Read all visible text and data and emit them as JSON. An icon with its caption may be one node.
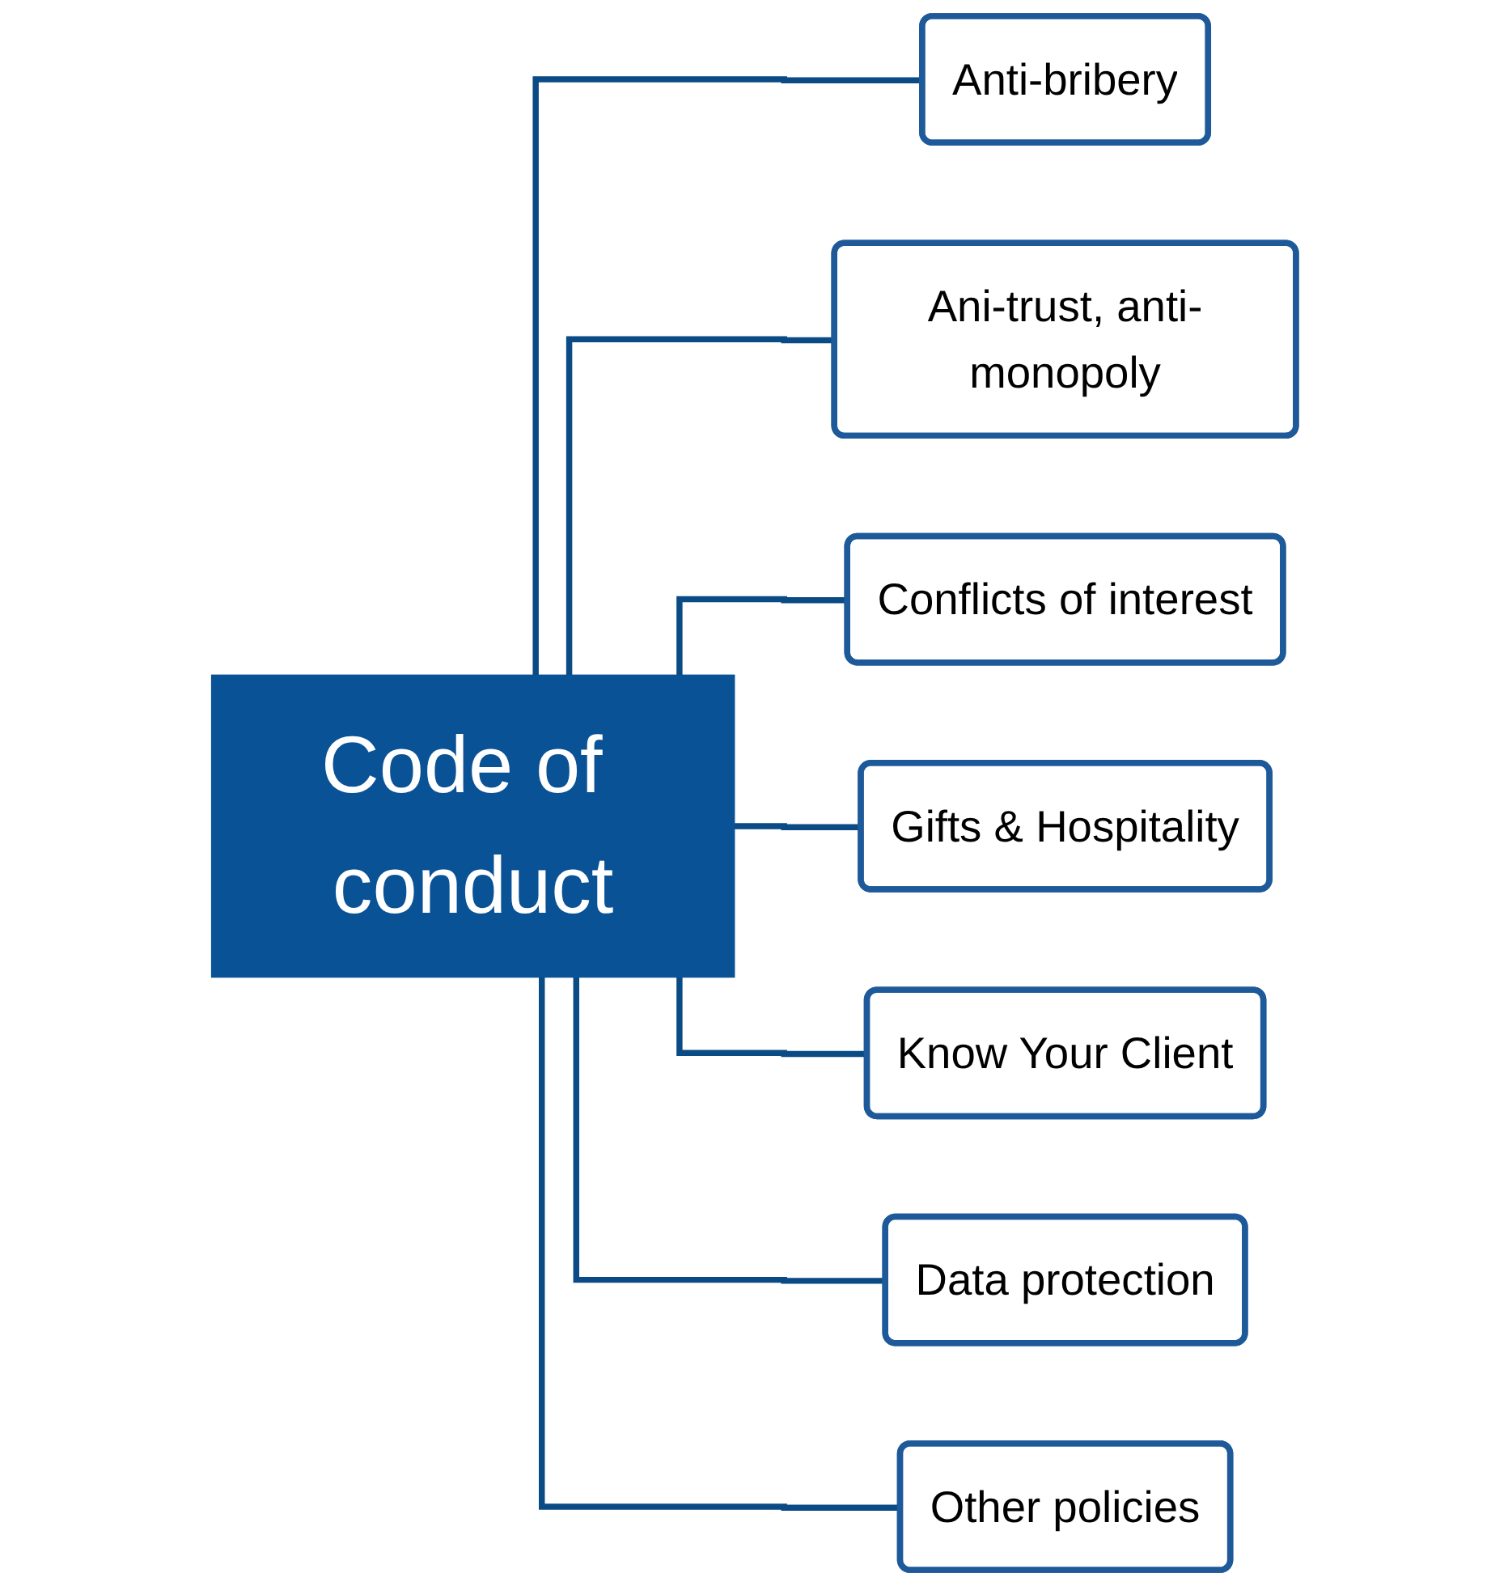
{
  "diagram": {
    "nodes": [
      {
        "text": [
          "Code of conduct"
        ]
      },
      {
        "text": [
          "Anti-bribery"
        ]
      },
      {
        "text": [
          "Ani-trust, anti-monopoly"
        ]
      },
      {
        "text": [
          "Conflicts of interest"
        ]
      },
      {
        "text": [
          "Gifts & Hospitality"
        ]
      },
      {
        "text": [
          "Know Your Client"
        ]
      },
      {
        "text": [
          "Data protection"
        ]
      },
      {
        "text": [
          "Other policies"
        ]
      }
    ],
    "edges": [
      {
        "from": 0,
        "to": 1,
        "arrow": "none"
      },
      {
        "from": 0,
        "to": 2,
        "arrow": "none"
      },
      {
        "from": 0,
        "to": 3,
        "arrow": "none"
      },
      {
        "from": 0,
        "to": 4,
        "arrow": "none"
      },
      {
        "from": 0,
        "to": 5,
        "arrow": "none"
      },
      {
        "from": 0,
        "to": 6,
        "arrow": "none"
      },
      {
        "from": 0,
        "to": 7,
        "arrow": "none"
      }
    ]
  }
}
